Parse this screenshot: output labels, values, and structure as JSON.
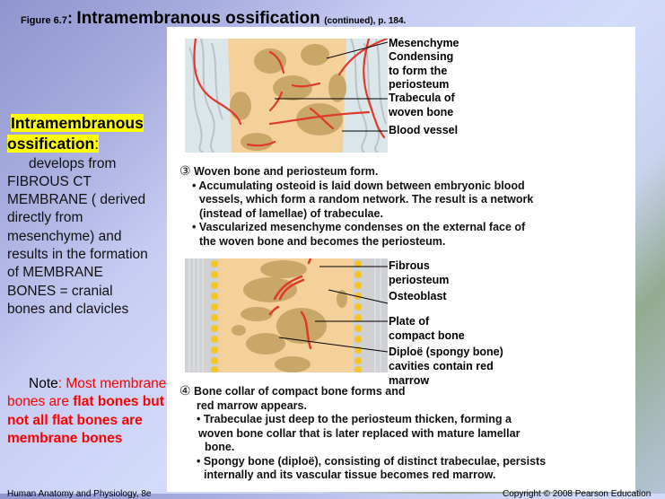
{
  "title": {
    "figure": "Figure 6.7",
    "colon": ":",
    "main": "Intramembranous ossification",
    "sub": "(continued), p. 184."
  },
  "left": {
    "heading_line1": "Intramembranous",
    "heading_line2": "ossification",
    "heading_colon": ":",
    "body_lines": [
      "develops from",
      "FIBROUS CT",
      "MEMBRANE ( derived",
      "directly from",
      "mesenchyme)  and",
      "results in the formation",
      "of MEMBRANE",
      "BONES = cranial",
      "bones and clavicles"
    ]
  },
  "note": {
    "label": "Note",
    "colon": ":",
    "red_plain": " Most membrane bones are",
    "red_bold": "flat bones but not all flat bones are membrane bones"
  },
  "figure_top": {
    "labels": {
      "mesenchyme": "Mesenchyme",
      "condensing": "Condensing",
      "to_form": "to form the",
      "periosteum": "periosteum",
      "trabecula": "Trabecula of",
      "woven": "woven bone",
      "blood_vessel": "Blood vessel"
    }
  },
  "step3": {
    "number": "③",
    "title": "Woven bone and periosteum form.",
    "bullet1_lines": [
      "• Accumulating osteoid is laid down between embryonic blood",
      "vessels, which form a random network. The result is a network",
      "(instead of lamellae) of trabeculae."
    ],
    "bullet2_lines": [
      "•  Vascularized mesenchyme condenses on the external face of",
      "the woven bone and becomes the periosteum."
    ]
  },
  "figure_bottom": {
    "labels": {
      "fibrous": "Fibrous",
      "periosteum": "periosteum",
      "osteoblast": "Osteoblast",
      "plate": "Plate of",
      "compact": "compact bone",
      "diploe": "Diploë (spongy bone)",
      "cavities": "cavities contain red",
      "marrow": "marrow"
    }
  },
  "step4": {
    "number": "④",
    "title_line1": "Bone collar of compact bone forms and",
    "title_line2": "red marrow appears.",
    "bullet1_lines": [
      "•  Trabeculae just deep to the periosteum thicken, forming a",
      "woven bone collar that is later replaced with mature lamellar",
      "bone."
    ],
    "bullet2_lines": [
      "• Spongy bone (diploë), consisting of distinct trabeculae, persists",
      "internally and its vascular tissue becomes red marrow."
    ]
  },
  "footer": {
    "left": "Human Anatomy and Physiology, 8e",
    "right": "Copyright © 2008 Pearson Education"
  },
  "colors": {
    "highlight": "#ffff00",
    "note_red": "#ff0000",
    "blood_vessel": "#e0392b",
    "bone": "#f3cf93"
  }
}
